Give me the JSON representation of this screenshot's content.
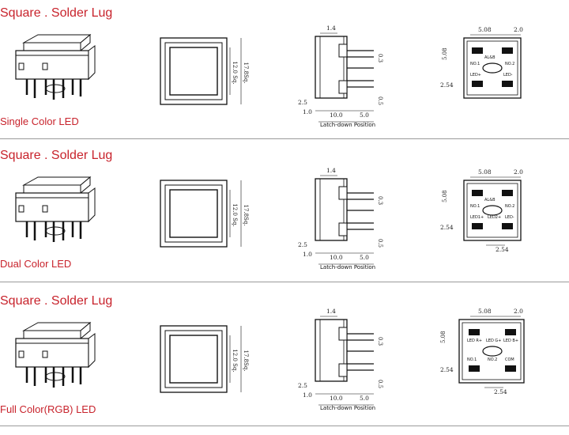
{
  "sections": [
    {
      "title": "Square . Solder Lug",
      "led_label": "Single Color LED",
      "pcb_chip_labels": [
        "AL&B",
        "NO.1",
        "NO.2",
        "LED+",
        "LED-"
      ]
    },
    {
      "title": "Square . Solder Lug",
      "led_label": "Dual Color LED",
      "pcb_chip_labels": [
        "AL&B",
        "NO.1",
        "NO.2",
        "LED1+",
        "LED2+",
        "LED-"
      ]
    },
    {
      "title": "Square . Solder Lug",
      "led_label": "Full  Color(RGB) LED",
      "pcb_chip_labels": [
        "LED R+",
        "LED G+",
        "LED B+",
        "NO.1",
        "NO.2",
        "COM"
      ]
    }
  ],
  "dimensions": {
    "inner_square": "12.0 Sq.",
    "outer_square": "17.8Sq.",
    "top_offset": "1.4",
    "pin_gap_upper": "0.3",
    "pin_gap_lower": "0.5",
    "flange": "2.5",
    "base": "1.0",
    "body_length": "10.0",
    "pin_length": "5.0",
    "latch_note": "Latch-down Position",
    "pcb_pitch_x": "5.08",
    "pcb_edge": "2.0",
    "pcb_pitch_y": "5.08",
    "pcb_offset": "2.54"
  }
}
